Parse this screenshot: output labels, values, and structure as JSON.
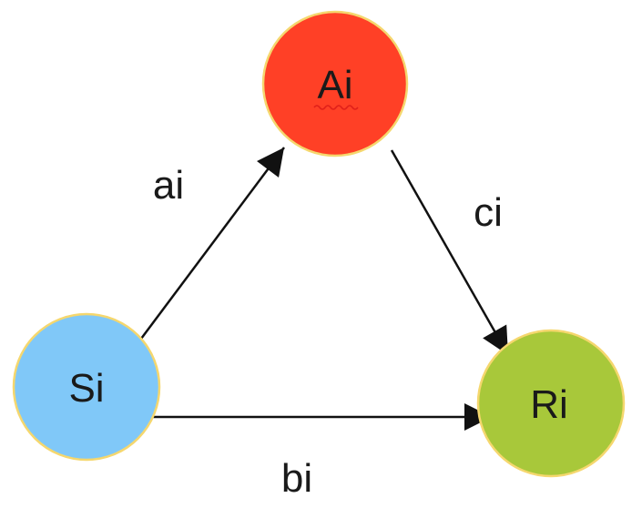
{
  "nodes": {
    "ai": {
      "label": "Ai",
      "color": "#ff4026"
    },
    "si": {
      "label": "Si",
      "color": "#80c8f8"
    },
    "ri": {
      "label": "Ri",
      "color": "#a8c83a"
    }
  },
  "edges": {
    "si_to_ai": {
      "label": "ai"
    },
    "ai_to_ri": {
      "label": "ci"
    },
    "si_to_ri": {
      "label": "bi"
    }
  },
  "colors": {
    "node_border": "#f5d76e",
    "edge": "#111111",
    "spellcheck_underline": "#e0201a"
  }
}
